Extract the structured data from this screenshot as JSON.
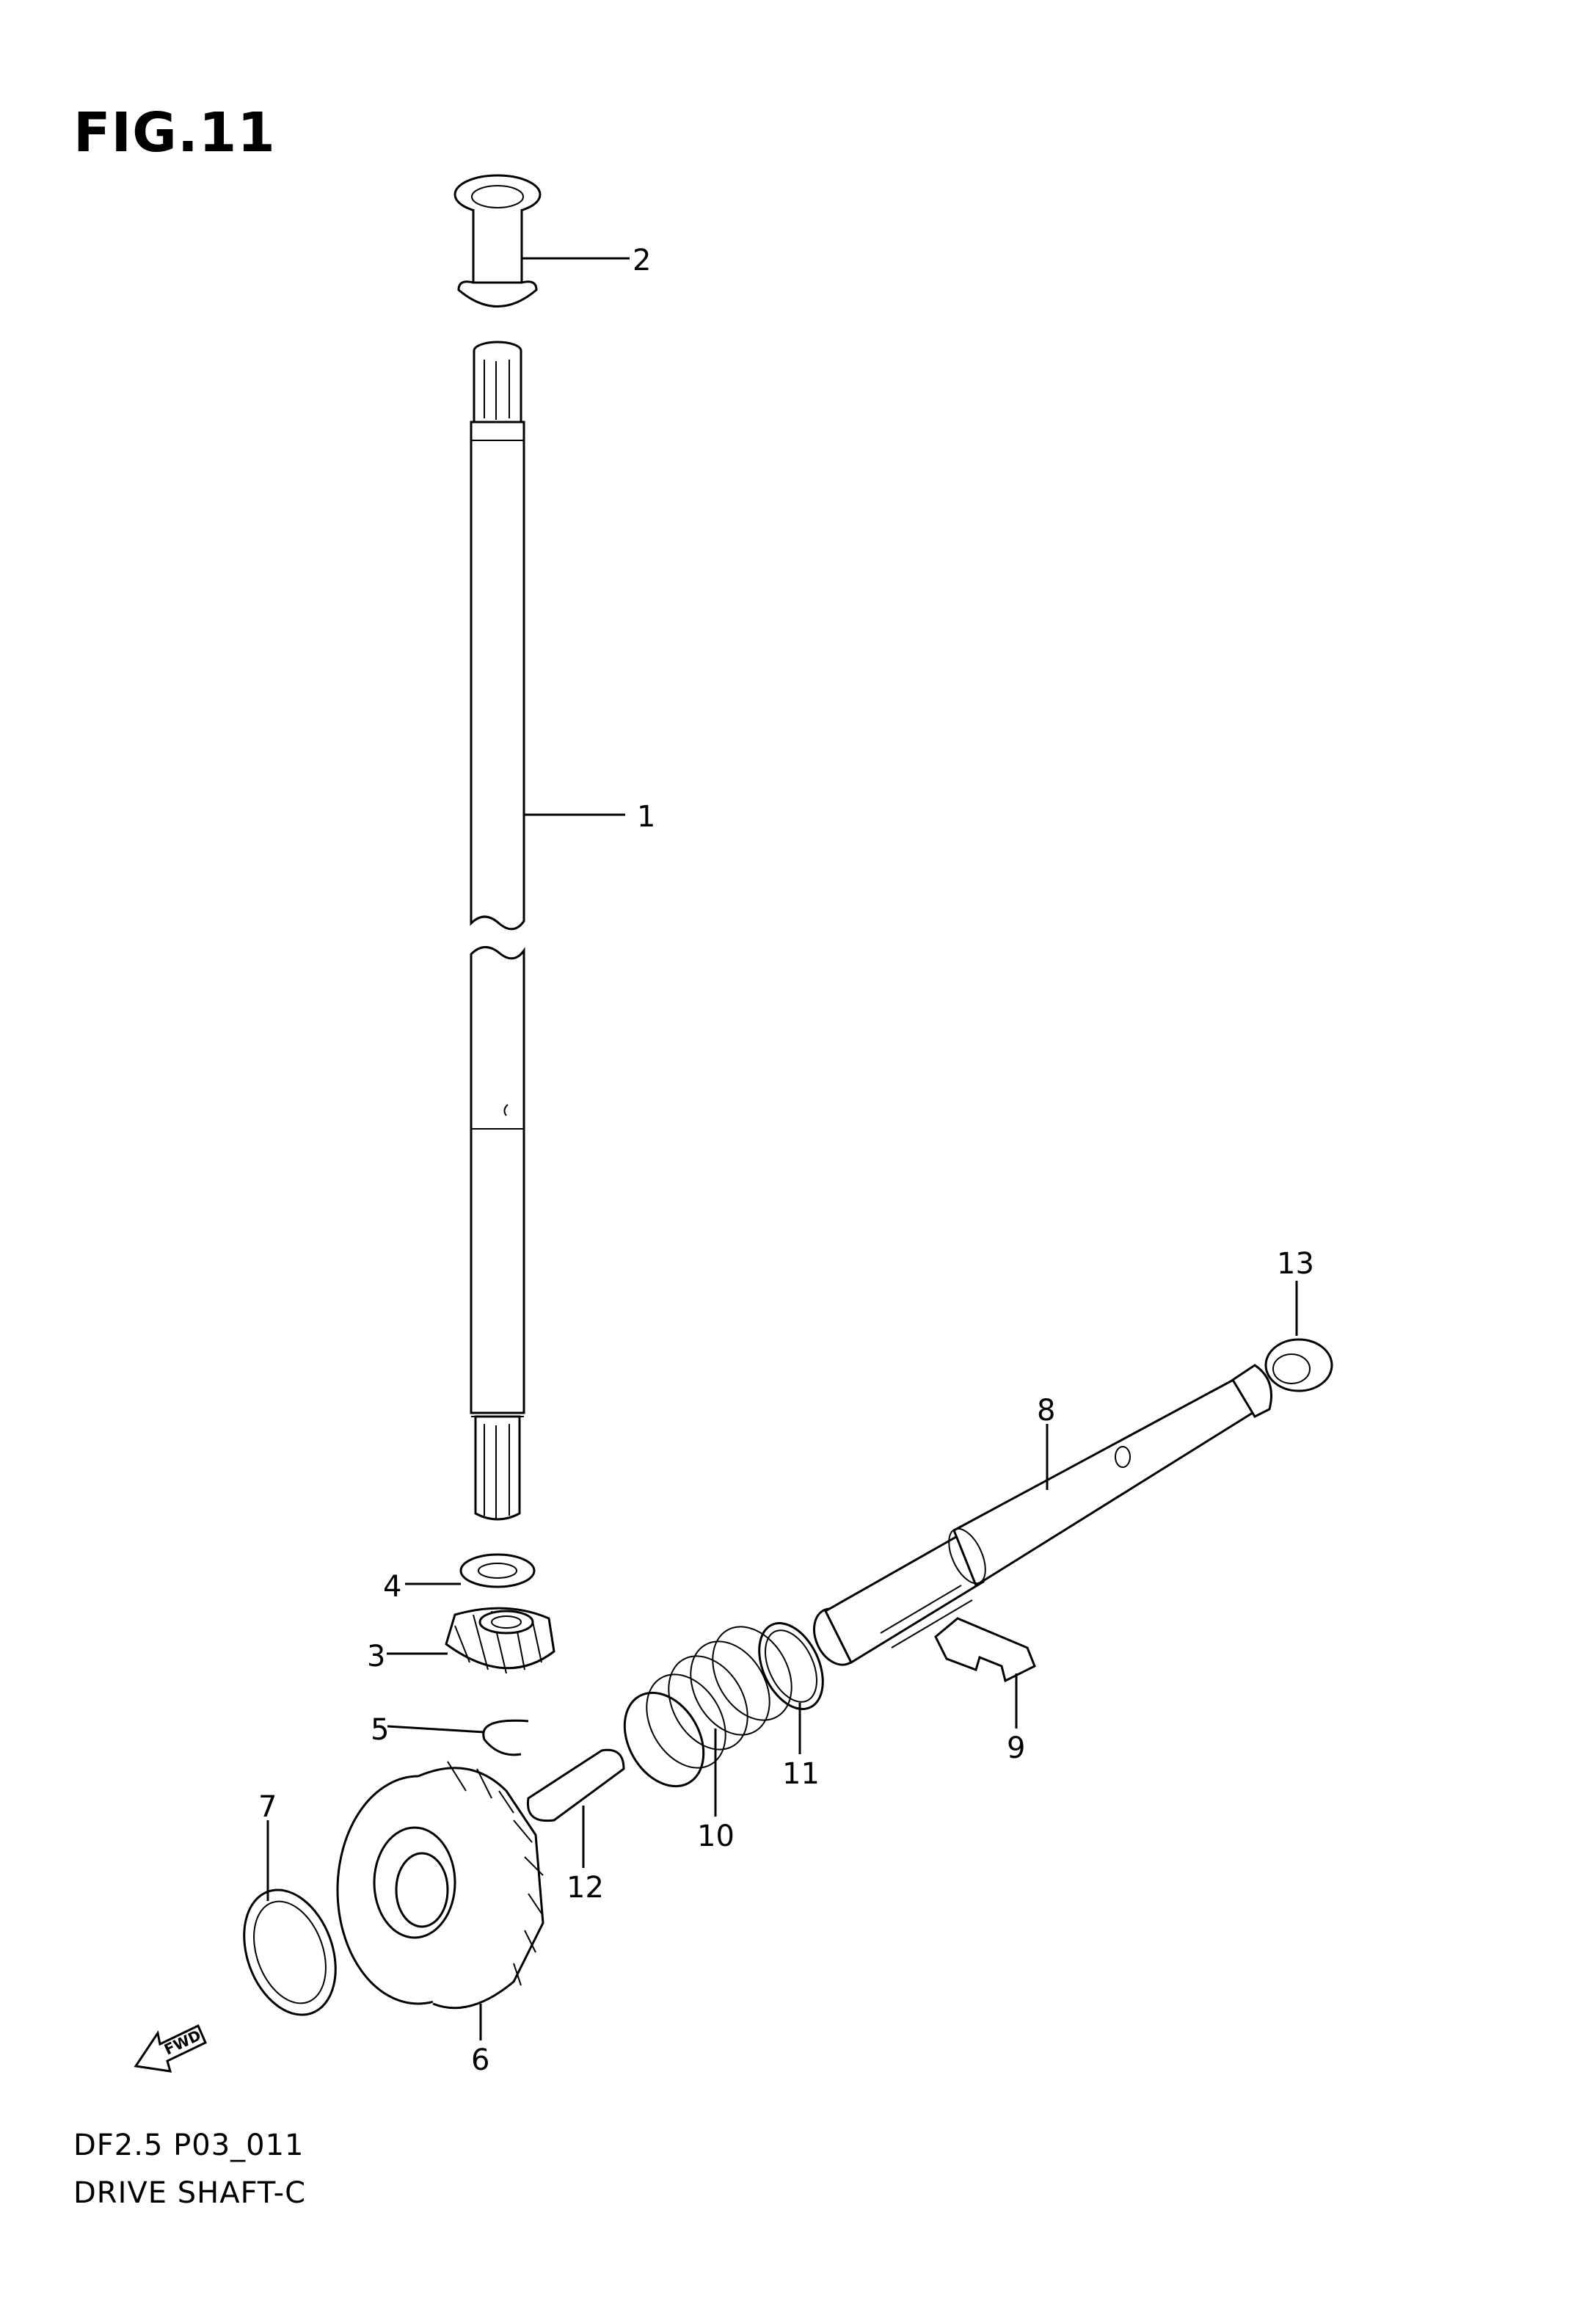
{
  "figure": {
    "title": "FIG.11",
    "diagram_code": "DF2.5 P03_011",
    "diagram_name": "DRIVE SHAFT-C"
  },
  "fwd_label": "FWD",
  "callouts": [
    "1",
    "2",
    "3",
    "4",
    "5",
    "6",
    "7",
    "8",
    "9",
    "10",
    "11",
    "12",
    "13"
  ]
}
